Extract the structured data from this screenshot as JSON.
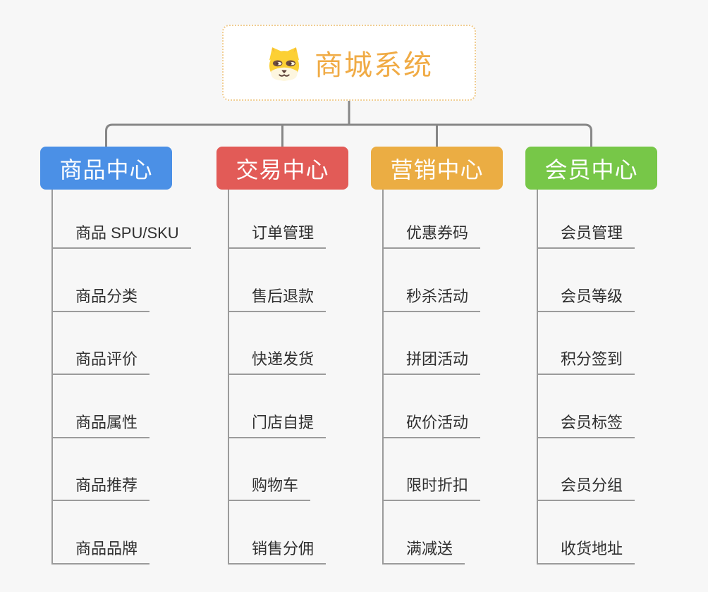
{
  "root": {
    "title": "商城系统",
    "icon": "shiba-dog-icon"
  },
  "branches": [
    {
      "label": "商品中心",
      "color": "#4B90E6",
      "items": [
        "商品 SPU/SKU",
        "商品分类",
        "商品评价",
        "商品属性",
        "商品推荐",
        "商品品牌"
      ]
    },
    {
      "label": "交易中心",
      "color": "#E25B57",
      "items": [
        "订单管理",
        "售后退款",
        "快递发货",
        "门店自提",
        "购物车",
        "销售分佣"
      ]
    },
    {
      "label": "营销中心",
      "color": "#EBAD43",
      "items": [
        "优惠券码",
        "秒杀活动",
        "拼团活动",
        "砍价活动",
        "限时折扣",
        "满减送"
      ]
    },
    {
      "label": "会员中心",
      "color": "#77C748",
      "items": [
        "会员管理",
        "会员等级",
        "积分签到",
        "会员标签",
        "会员分组",
        "收货地址"
      ]
    }
  ],
  "colors": {
    "background": "#F7F7F7",
    "connector_line": "#878787",
    "branch_line": "#9B9B9B",
    "item_text": "#2F2F2F",
    "root_title": "#F0AB45",
    "root_border_dotted": "#F0CD92",
    "dog_face_yellow": "#FCD034",
    "dog_muzzle_cream": "#FDF6DF"
  }
}
